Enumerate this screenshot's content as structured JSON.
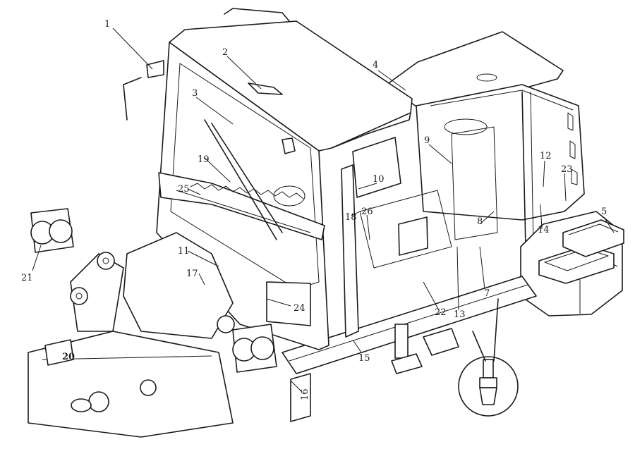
{
  "diagram": {
    "callouts": [
      {
        "id": "c1",
        "text": "1"
      },
      {
        "id": "c2",
        "text": "2"
      },
      {
        "id": "c3",
        "text": "3"
      },
      {
        "id": "c4",
        "text": "4"
      },
      {
        "id": "c5",
        "text": "5"
      },
      {
        "id": "c7",
        "text": "7"
      },
      {
        "id": "c8",
        "text": "8"
      },
      {
        "id": "c9",
        "text": "9"
      },
      {
        "id": "c10",
        "text": "10"
      },
      {
        "id": "c11",
        "text": "11"
      },
      {
        "id": "c12",
        "text": "12"
      },
      {
        "id": "c13",
        "text": "13"
      },
      {
        "id": "c14",
        "text": "14"
      },
      {
        "id": "c15",
        "text": "15"
      },
      {
        "id": "c16",
        "text": "16"
      },
      {
        "id": "c17",
        "text": "17"
      },
      {
        "id": "c18",
        "text": "18"
      },
      {
        "id": "c19",
        "text": "19"
      },
      {
        "id": "c20",
        "text": "20"
      },
      {
        "id": "c21",
        "text": "21"
      },
      {
        "id": "c22",
        "text": "22"
      },
      {
        "id": "c23",
        "text": "23"
      },
      {
        "id": "c24",
        "text": "24"
      },
      {
        "id": "c25",
        "text": "25"
      },
      {
        "id": "c26",
        "text": "26"
      }
    ],
    "colors": {
      "line": "#1a1a1a",
      "background": "#ffffff"
    }
  }
}
